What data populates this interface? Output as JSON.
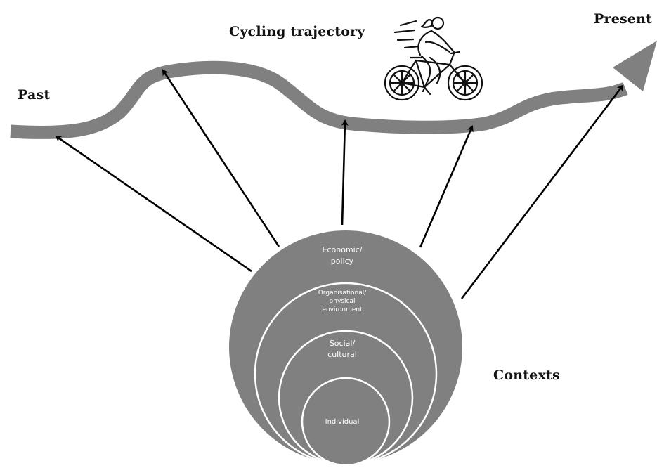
{
  "labels": {
    "title": "Cycling trajectory",
    "past": "Past",
    "present": "Present",
    "contexts": "Contexts"
  },
  "rings": [
    {
      "key": "economic",
      "lines": [
        "Economic/",
        "policy"
      ]
    },
    {
      "key": "organisational",
      "lines": [
        "Organisational/",
        "physical",
        "environment"
      ]
    },
    {
      "key": "social",
      "lines": [
        "Social/",
        "cultural"
      ]
    },
    {
      "key": "individual",
      "lines": [
        "Individual"
      ]
    }
  ],
  "colors": {
    "trajectory": "#808080",
    "circles": "#808080",
    "ring_outline": "#ffffff",
    "arrows": "#000000",
    "text": "#111111"
  },
  "icons": {
    "cyclist": "cyclist-icon"
  }
}
